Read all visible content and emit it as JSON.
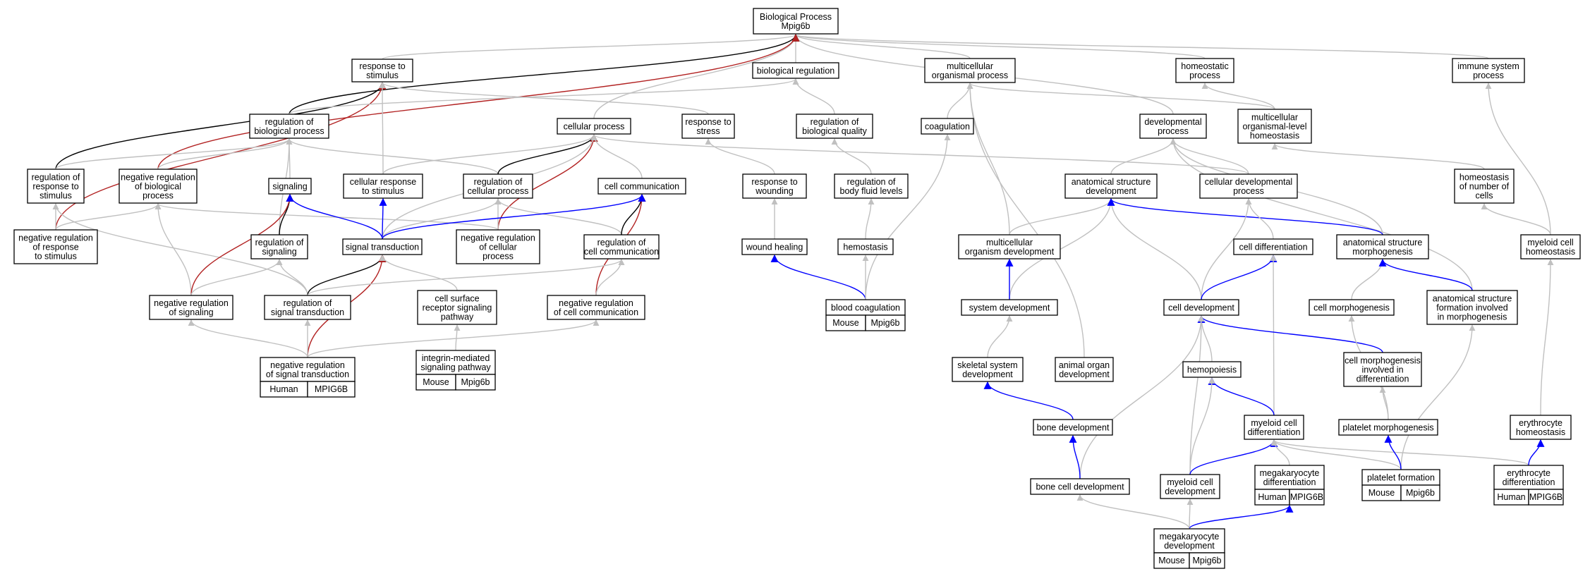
{
  "colors": {
    "gray": "#c0c0c0",
    "black": "#000000",
    "blue": "#0000ff",
    "red": "#b22222",
    "human": "#f4664a",
    "mouse": "#a8d8e8"
  },
  "nodes": [
    {
      "id": "bp",
      "lines": [
        "Biological Process",
        "Mpig6b"
      ]
    },
    {
      "id": "rts",
      "lines": [
        "response to",
        "stimulus"
      ]
    },
    {
      "id": "breg",
      "lines": [
        "biological regulation"
      ]
    },
    {
      "id": "mop",
      "lines": [
        "multicellular",
        "organismal process"
      ]
    },
    {
      "id": "homeop",
      "lines": [
        "homeostatic",
        "process"
      ]
    },
    {
      "id": "isp",
      "lines": [
        "immune system",
        "process"
      ]
    },
    {
      "id": "rbp",
      "lines": [
        "regulation of",
        "biological process"
      ]
    },
    {
      "id": "cp",
      "lines": [
        "cellular process"
      ]
    },
    {
      "id": "rstress",
      "lines": [
        "response to",
        "stress"
      ]
    },
    {
      "id": "rbq",
      "lines": [
        "regulation of",
        "biological quality"
      ]
    },
    {
      "id": "coag",
      "lines": [
        "coagulation"
      ]
    },
    {
      "id": "devp",
      "lines": [
        "developmental",
        "process"
      ]
    },
    {
      "id": "mlh",
      "lines": [
        "multicellular",
        "organismal-level",
        "homeostasis"
      ]
    },
    {
      "id": "rrts",
      "lines": [
        "regulation of",
        "response to",
        "stimulus"
      ]
    },
    {
      "id": "nrbp",
      "lines": [
        "negative regulation",
        "of biological",
        "process"
      ]
    },
    {
      "id": "sig",
      "lines": [
        "signaling"
      ]
    },
    {
      "id": "crs",
      "lines": [
        "cellular response",
        "to stimulus"
      ]
    },
    {
      "id": "rcp",
      "lines": [
        "regulation of",
        "cellular process"
      ]
    },
    {
      "id": "cc",
      "lines": [
        "cell communication"
      ]
    },
    {
      "id": "rw",
      "lines": [
        "response to",
        "wounding"
      ]
    },
    {
      "id": "rbfl",
      "lines": [
        "regulation of",
        "body fluid levels"
      ]
    },
    {
      "id": "asd",
      "lines": [
        "anatomical structure",
        "development"
      ]
    },
    {
      "id": "cdp",
      "lines": [
        "cellular developmental",
        "process"
      ]
    },
    {
      "id": "hnc",
      "lines": [
        "homeostasis",
        "of number of",
        "cells"
      ]
    },
    {
      "id": "nrrts",
      "lines": [
        "negative regulation",
        "of response",
        "to stimulus"
      ]
    },
    {
      "id": "rsig",
      "lines": [
        "regulation of",
        "signaling"
      ]
    },
    {
      "id": "st",
      "lines": [
        "signal transduction"
      ]
    },
    {
      "id": "nrcp",
      "lines": [
        "negative regulation",
        "of cellular",
        "process"
      ]
    },
    {
      "id": "rcc",
      "lines": [
        "regulation of",
        "cell communication"
      ]
    },
    {
      "id": "wh",
      "lines": [
        "wound healing"
      ]
    },
    {
      "id": "hemo",
      "lines": [
        "hemostasis"
      ]
    },
    {
      "id": "mod",
      "lines": [
        "multicellular",
        "organism development"
      ]
    },
    {
      "id": "cdiff",
      "lines": [
        "cell differentiation"
      ]
    },
    {
      "id": "asm",
      "lines": [
        "anatomical structure",
        "morphogenesis"
      ]
    },
    {
      "id": "mch",
      "lines": [
        "myeloid cell",
        "homeostasis"
      ]
    },
    {
      "id": "nrs",
      "lines": [
        "negative regulation",
        "of signaling"
      ]
    },
    {
      "id": "rst",
      "lines": [
        "regulation of",
        "signal transduction"
      ]
    },
    {
      "id": "csrsp",
      "lines": [
        "cell surface",
        "receptor signaling",
        "pathway"
      ]
    },
    {
      "id": "nrcc",
      "lines": [
        "negative regulation",
        "of cell communication"
      ]
    },
    {
      "id": "bc",
      "lines": [
        "blood coagulation"
      ],
      "tag": {
        "sp": "Mouse",
        "gene": "Mpig6b"
      }
    },
    {
      "id": "sd",
      "lines": [
        "system development"
      ]
    },
    {
      "id": "cdev",
      "lines": [
        "cell development"
      ]
    },
    {
      "id": "cmorph",
      "lines": [
        "cell morphogenesis"
      ]
    },
    {
      "id": "asfm",
      "lines": [
        "anatomical structure",
        "formation involved",
        "in morphogenesis"
      ]
    },
    {
      "id": "nrst",
      "lines": [
        "negative regulation",
        "of signal transduction"
      ],
      "tag": {
        "sp": "Human",
        "gene": "MPIG6B"
      }
    },
    {
      "id": "imsp",
      "lines": [
        "integrin-mediated",
        "signaling pathway"
      ],
      "tag": {
        "sp": "Mouse",
        "gene": "Mpig6b"
      }
    },
    {
      "id": "ssd",
      "lines": [
        "skeletal system",
        "development"
      ]
    },
    {
      "id": "aod",
      "lines": [
        "animal organ",
        "development"
      ]
    },
    {
      "id": "hemop",
      "lines": [
        "hemopoiesis"
      ]
    },
    {
      "id": "cmid",
      "lines": [
        "cell morphogenesis",
        "involved in",
        "differentiation"
      ]
    },
    {
      "id": "bd",
      "lines": [
        "bone development"
      ]
    },
    {
      "id": "mcdiff",
      "lines": [
        "myeloid cell",
        "differentiation"
      ]
    },
    {
      "id": "pm",
      "lines": [
        "platelet morphogenesis"
      ]
    },
    {
      "id": "eh",
      "lines": [
        "erythrocyte",
        "homeostasis"
      ]
    },
    {
      "id": "bcd",
      "lines": [
        "bone cell development"
      ]
    },
    {
      "id": "mcdev",
      "lines": [
        "myeloid cell",
        "development"
      ]
    },
    {
      "id": "mkdiff",
      "lines": [
        "megakaryocyte",
        "differentiation"
      ],
      "tag": {
        "sp": "Human",
        "gene": "MPIG6B"
      }
    },
    {
      "id": "pf",
      "lines": [
        "platelet formation"
      ],
      "tag": {
        "sp": "Mouse",
        "gene": "Mpig6b"
      }
    },
    {
      "id": "ediff",
      "lines": [
        "erythrocyte",
        "differentiation"
      ],
      "tag": {
        "sp": "Human",
        "gene": "MPIG6B"
      }
    },
    {
      "id": "mkdev",
      "lines": [
        "megakaryocyte",
        "development"
      ],
      "tag": {
        "sp": "Mouse",
        "gene": "Mpig6b"
      }
    }
  ],
  "edges": [
    [
      "rts",
      "bp",
      "gray"
    ],
    [
      "breg",
      "bp",
      "gray"
    ],
    [
      "mop",
      "bp",
      "gray"
    ],
    [
      "homeop",
      "bp",
      "gray"
    ],
    [
      "isp",
      "bp",
      "gray"
    ],
    [
      "cp",
      "bp",
      "gray"
    ],
    [
      "devp",
      "bp",
      "gray"
    ],
    [
      "rbp",
      "bp",
      "black"
    ],
    [
      "nrbp",
      "bp",
      "red"
    ],
    [
      "rrts",
      "rts",
      "black"
    ],
    [
      "nrrts",
      "rts",
      "red"
    ],
    [
      "crs",
      "rts",
      "gray"
    ],
    [
      "rstress",
      "rts",
      "gray"
    ],
    [
      "rbp",
      "breg",
      "gray"
    ],
    [
      "rbq",
      "breg",
      "gray"
    ],
    [
      "mod",
      "mop",
      "gray"
    ],
    [
      "coag",
      "mop",
      "gray"
    ],
    [
      "aod",
      "mop",
      "gray"
    ],
    [
      "mlh",
      "mop",
      "gray"
    ],
    [
      "mlh",
      "homeop",
      "gray"
    ],
    [
      "mch",
      "isp",
      "gray"
    ],
    [
      "rrts",
      "rbp",
      "gray"
    ],
    [
      "nrbp",
      "rbp",
      "gray"
    ],
    [
      "sig",
      "rbp",
      "gray"
    ],
    [
      "rsig",
      "rbp",
      "gray"
    ],
    [
      "rcp",
      "rbp",
      "gray"
    ],
    [
      "crs",
      "cp",
      "gray"
    ],
    [
      "rcp",
      "cp",
      "black"
    ],
    [
      "nrcp",
      "cp",
      "red"
    ],
    [
      "cc",
      "cp",
      "gray"
    ],
    [
      "st",
      "cp",
      "gray"
    ],
    [
      "cdp",
      "cp",
      "gray"
    ],
    [
      "rw",
      "rstress",
      "gray"
    ],
    [
      "rbfl",
      "rbq",
      "gray"
    ],
    [
      "bc",
      "coag",
      "gray"
    ],
    [
      "asd",
      "devp",
      "gray"
    ],
    [
      "cdp",
      "devp",
      "gray"
    ],
    [
      "asm",
      "devp",
      "gray"
    ],
    [
      "asfm",
      "devp",
      "gray"
    ],
    [
      "hnc",
      "mlh",
      "gray"
    ],
    [
      "nrrts",
      "rrts",
      "gray"
    ],
    [
      "rst",
      "rrts",
      "gray"
    ],
    [
      "nrrts",
      "nrbp",
      "gray"
    ],
    [
      "nrs",
      "nrbp",
      "gray"
    ],
    [
      "nrcp",
      "nrbp",
      "gray"
    ],
    [
      "rsig",
      "sig",
      "black"
    ],
    [
      "nrs",
      "sig",
      "red"
    ],
    [
      "st",
      "sig",
      "blue"
    ],
    [
      "st",
      "crs",
      "blue"
    ],
    [
      "nrcp",
      "rcp",
      "gray"
    ],
    [
      "rcc",
      "rcp",
      "gray"
    ],
    [
      "st",
      "rcp",
      "gray"
    ],
    [
      "rcc",
      "cc",
      "black"
    ],
    [
      "nrcc",
      "cc",
      "red"
    ],
    [
      "st",
      "cc",
      "blue"
    ],
    [
      "wh",
      "rw",
      "gray"
    ],
    [
      "hemo",
      "rbfl",
      "gray"
    ],
    [
      "mod",
      "asd",
      "gray"
    ],
    [
      "sd",
      "asd",
      "gray"
    ],
    [
      "cdev",
      "asd",
      "gray"
    ],
    [
      "asm",
      "asd",
      "blue"
    ],
    [
      "cdiff",
      "cdp",
      "gray"
    ],
    [
      "cdev",
      "cdp",
      "gray"
    ],
    [
      "mch",
      "hnc",
      "gray"
    ],
    [
      "rst",
      "rsig",
      "gray"
    ],
    [
      "nrs",
      "rsig",
      "gray"
    ],
    [
      "rst",
      "st",
      "black"
    ],
    [
      "nrst",
      "st",
      "red"
    ],
    [
      "csrsp",
      "st",
      "gray"
    ],
    [
      "nrcc",
      "rcc",
      "gray"
    ],
    [
      "rst",
      "rcc",
      "gray"
    ],
    [
      "bc",
      "wh",
      "blue"
    ],
    [
      "bc",
      "hemo",
      "gray"
    ],
    [
      "sd",
      "mod",
      "blue"
    ],
    [
      "cdev",
      "cdiff",
      "blue"
    ],
    [
      "mcdiff",
      "cdiff",
      "gray"
    ],
    [
      "cmorph",
      "asm",
      "gray"
    ],
    [
      "asfm",
      "asm",
      "blue"
    ],
    [
      "eh",
      "mch",
      "gray"
    ],
    [
      "nrst",
      "nrs",
      "gray"
    ],
    [
      "nrst",
      "rst",
      "gray"
    ],
    [
      "imsp",
      "csrsp",
      "gray"
    ],
    [
      "nrst",
      "nrcc",
      "gray"
    ],
    [
      "ssd",
      "sd",
      "gray"
    ],
    [
      "hemop",
      "cdev",
      "gray"
    ],
    [
      "cmid",
      "cdev",
      "blue"
    ],
    [
      "bcd",
      "cdev",
      "gray"
    ],
    [
      "mcdev",
      "cdev",
      "gray"
    ],
    [
      "pm",
      "cmorph",
      "gray"
    ],
    [
      "pf",
      "asfm",
      "gray"
    ],
    [
      "bd",
      "ssd",
      "blue"
    ],
    [
      "mcdiff",
      "hemop",
      "blue"
    ],
    [
      "mcdev",
      "hemop",
      "gray"
    ],
    [
      "pm",
      "cmid",
      "gray"
    ],
    [
      "bcd",
      "bd",
      "blue"
    ],
    [
      "mcdev",
      "mcdiff",
      "blue"
    ],
    [
      "mkdiff",
      "mcdiff",
      "gray"
    ],
    [
      "pf",
      "mcdiff",
      "gray"
    ],
    [
      "ediff",
      "mcdiff",
      "gray"
    ],
    [
      "pf",
      "pm",
      "blue"
    ],
    [
      "ediff",
      "eh",
      "blue"
    ],
    [
      "mkdev",
      "mcdev",
      "gray"
    ],
    [
      "mkdev",
      "mkdiff",
      "blue"
    ],
    [
      "mkdev",
      "bcd",
      "gray"
    ]
  ]
}
